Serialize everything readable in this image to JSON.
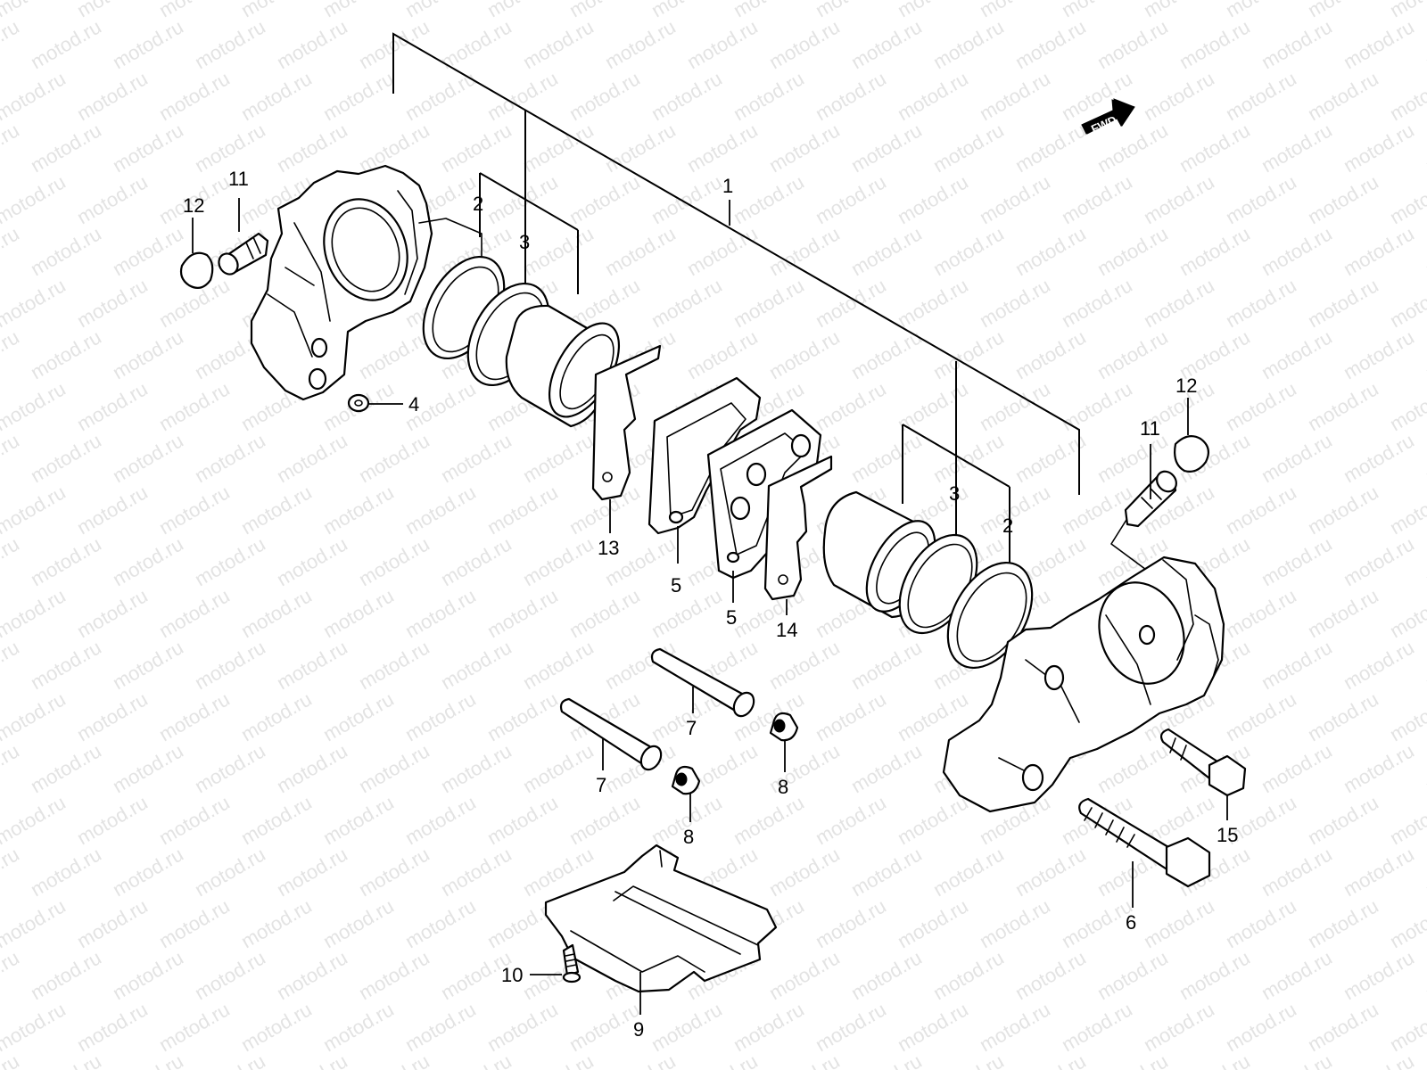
{
  "watermark": "motod.ru",
  "fwd_label": "FWD",
  "callouts": {
    "c1": "1",
    "c2a": "2",
    "c2b": "2",
    "c3a": "3",
    "c3b": "3",
    "c4": "4",
    "c5a": "5",
    "c5b": "5",
    "c6": "6",
    "c7a": "7",
    "c7b": "7",
    "c8a": "8",
    "c8b": "8",
    "c9": "9",
    "c10": "10",
    "c11a": "11",
    "c11b": "11",
    "c12a": "12",
    "c12b": "12",
    "c13": "13",
    "c14": "14",
    "c15": "15"
  }
}
